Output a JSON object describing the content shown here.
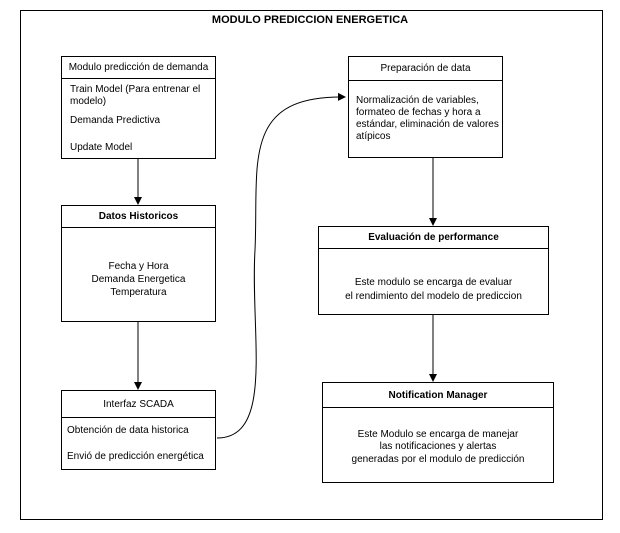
{
  "title": "MODULO PREDICCION ENERGETICA",
  "boxes": {
    "prediction": {
      "header": "Modulo predicción de demanda",
      "items": [
        "Train Model (Para entrenar el modelo)",
        "Demanda Predictiva",
        "Update Model"
      ]
    },
    "historic": {
      "header": "Datos Historicos",
      "lines": [
        "Fecha y Hora",
        "Demanda Energetica",
        "Temperatura"
      ]
    },
    "scada": {
      "header": "Interfaz SCADA",
      "items": [
        "Obtención de data historica",
        "Envió de predicción energética"
      ]
    },
    "prep": {
      "header": "Preparación de data",
      "text": "Normalización de variables, formateo de fechas y hora a estándar, eliminación de valores atípicos"
    },
    "eval": {
      "header": "Evaluación de performance",
      "lines": [
        "Este modulo se encarga de evaluar",
        "el rendimiento del modelo de prediccion"
      ]
    },
    "notif": {
      "header": "Notification Manager",
      "lines": [
        "Este Modulo se encarga de manejar",
        "las notificaciones y alertas",
        "generadas por el modulo de predicción"
      ]
    }
  }
}
